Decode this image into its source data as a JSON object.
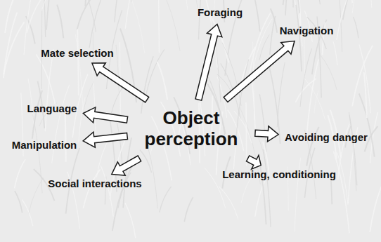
{
  "diagram": {
    "nodes": [
      {
        "text": [
          "Object perception"
        ]
      },
      {
        "text": [
          "Foraging"
        ]
      },
      {
        "text": [
          "Navigation"
        ]
      },
      {
        "text": [
          "Avoiding danger"
        ]
      },
      {
        "text": [
          "Learning, conditioning"
        ]
      },
      {
        "text": [
          "Social interactions"
        ]
      },
      {
        "text": [
          "Manipulation"
        ]
      },
      {
        "text": [
          "Language"
        ]
      },
      {
        "text": [
          "Mate selection"
        ]
      }
    ],
    "edges": [
      {
        "from": 0,
        "to": 1,
        "arrow": "to"
      },
      {
        "from": 0,
        "to": 2,
        "arrow": "to"
      },
      {
        "from": 0,
        "to": 3,
        "arrow": "to"
      },
      {
        "from": 0,
        "to": 4,
        "arrow": "to"
      },
      {
        "from": 0,
        "to": 5,
        "arrow": "to"
      },
      {
        "from": 0,
        "to": 6,
        "arrow": "to"
      },
      {
        "from": 0,
        "to": 7,
        "arrow": "to"
      },
      {
        "from": 0,
        "to": 8,
        "arrow": "to"
      }
    ]
  }
}
